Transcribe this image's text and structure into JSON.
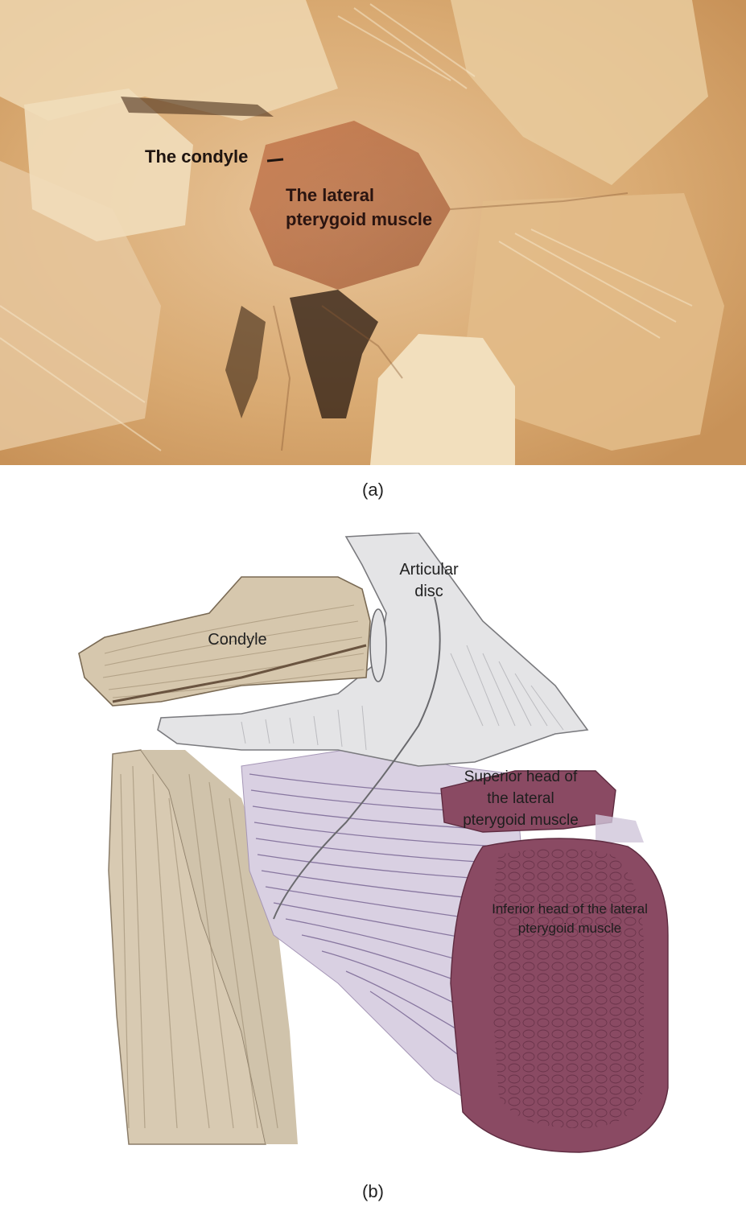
{
  "figure": {
    "caption_a": "(a)",
    "caption_b": "(b)"
  },
  "photo": {
    "label_condyle": "The condyle",
    "label_lateral_line1": "The lateral",
    "label_lateral_line2": "pterygoid muscle"
  },
  "illustration": {
    "label_articular_line1": "Articular",
    "label_articular_line2": "disc",
    "label_condyle": "Condyle",
    "label_superior_line1": "Superior head of",
    "label_superior_line2": "the lateral",
    "label_superior_line3": "pterygoid muscle",
    "label_inferior_line1": "Inferior head of the lateral",
    "label_inferior_line2": "pterygoid muscle"
  },
  "colors": {
    "bone": "#d9ccb4",
    "disc": "#e4e4e6",
    "muscle_fibers": "#6e5a8a",
    "muscle_head": "#8a4a63",
    "photo_tissue": "#d8a872"
  }
}
